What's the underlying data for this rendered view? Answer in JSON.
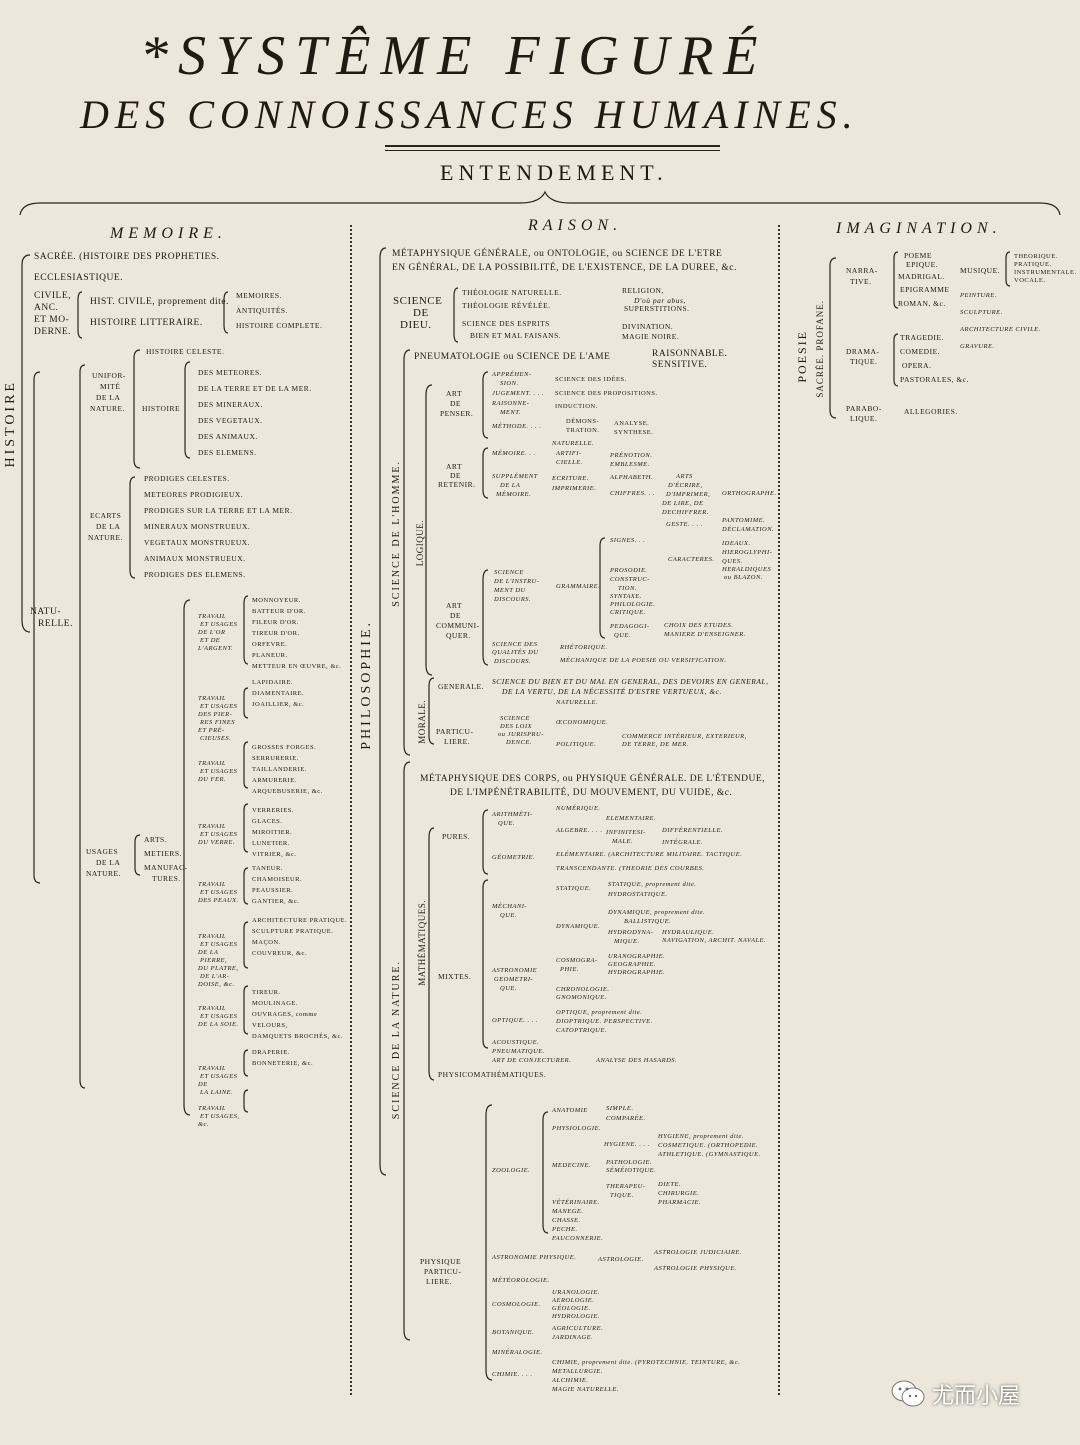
{
  "title": {
    "line1": "*SYSTÊME FIGURÉ",
    "line2": "DES CONNOISSANCES HUMAINES.",
    "root": "ENTENDEMENT."
  },
  "memoire": {
    "header": "MEMOIRE.",
    "histoire": "HISTOIRE",
    "sacree": "SACRÉE. (HISTOIRE DES PROPHETIES.",
    "eccl": "ECCLESIASTIQUE.",
    "civile": [
      "CIVILE,",
      "ANC.",
      "ET MO-",
      "DERNE."
    ],
    "hist_civile": "HIST. CIVILE, proprement dite.",
    "hist_litt": "HISTOIRE LITTERAIRE.",
    "civ_items": [
      "MEMOIRES.",
      "ANTIQUITÉS.",
      "HISTOIRE COMPLETE."
    ],
    "naturelle": [
      "NATU-",
      "RELLE."
    ],
    "uniformite": [
      "UNIFOR-",
      "MITÉ",
      "DE LA",
      "NATURE."
    ],
    "hist_celeste": "HISTOIRE CELESTE.",
    "histoire_word": "HISTOIRE",
    "unif_items": [
      "DES METEORES.",
      "DE LA TERRE ET DE LA MER.",
      "DES MINERAUX.",
      "DES VEGETAUX.",
      "DES ANIMAUX.",
      "DES ELEMENS."
    ],
    "ecarts": [
      "ECARTS",
      "DE LA",
      "NATURE."
    ],
    "ecarts_items": [
      "PRODIGES CELESTES.",
      "METEORES PRODIGIEUX.",
      "PRODIGES SUR LA TERRE ET LA MER.",
      "MINERAUX MONSTRUEUX.",
      "VEGETAUX MONSTRUEUX.",
      "ANIMAUX MONSTRUEUX.",
      "PRODIGES DES ELEMENS."
    ],
    "usages": [
      "USAGES",
      "DE LA",
      "NATURE."
    ],
    "usages_items": [
      "ARTS.",
      "METIERS.",
      "MANUFAC-",
      "TURES."
    ],
    "travail": [
      {
        "label": [
          "TRAVAIL",
          "ET USAGES",
          "DE L'OR",
          "ET DE",
          "L'ARGENT."
        ],
        "items": [
          "MONNOYEUR.",
          "BATTEUR D'OR.",
          "FILEUR D'OR.",
          "TIREUR D'OR.",
          "ORFEVRE.",
          "PLANEUR.",
          "METTEUR EN ŒUVRE, &c."
        ]
      },
      {
        "label": [
          "TRAVAIL",
          "ET USAGES",
          "DES PIER-",
          "RES FINES",
          "ET PRÉ-",
          "CIEUSES."
        ],
        "items": [
          "LAPIDAIRE.",
          "DIAMENTAIRE.",
          "JOAILLIER, &c."
        ]
      },
      {
        "label": [
          "TRAVAIL",
          "ET USAGES",
          "DU FER."
        ],
        "items": [
          "GROSSES FORGES.",
          "SERRURERIE.",
          "TAILLANDERIE.",
          "ARMURERIE.",
          "ARQUEBUSERIE, &c."
        ]
      },
      {
        "label": [
          "TRAVAIL",
          "ET USAGES",
          "DU VERRE."
        ],
        "items": [
          "VERRERIES.",
          "GLACES.",
          "MIROITIER.",
          "LUNETIER.",
          "VITRIER, &c."
        ]
      },
      {
        "label": [
          "TRAVAIL",
          "ET USAGES",
          "DES PEAUX."
        ],
        "items": [
          "TANEUR.",
          "CHAMOISEUR.",
          "PEAUSSIER.",
          "GANTIER, &c."
        ]
      },
      {
        "label": [
          "TRAVAIL",
          "ET USAGES",
          "DE LA",
          "PIERRE,",
          "DU PLATRE,",
          "DE L'AR-",
          "DOISE, &c."
        ],
        "items": [
          "ARCHITECTURE PRATIQUE.",
          "SCULPTURE PRATIQUE.",
          "MAÇON.",
          "COUVREUR, &c."
        ]
      },
      {
        "label": [
          "TRAVAIL",
          "ET USAGES",
          "DE LA SOIE."
        ],
        "items": [
          "TIREUR.",
          "MOULINAGE.",
          "OUVRAGES, comme",
          "VELOURS,",
          "DAMQUETS BROCHÉS, &c."
        ]
      },
      {
        "label": [
          "TRAVAIL",
          "ET USAGES",
          "DE",
          "LA LAINE."
        ],
        "items": [
          "DRAPERIE.",
          "BONNETERIE, &c."
        ]
      },
      {
        "label": [
          "TRAVAIL",
          "ET USAGES,",
          "&c."
        ],
        "items": []
      }
    ]
  },
  "raison": {
    "header": "RAISON.",
    "philosophie": "PHILOSOPHIE.",
    "metaphysique": [
      "MÉTAPHYSIQUE GÉNÉRALE, ou ONTOLOGIE, ou SCIENCE DE L'ETRE",
      "EN GÉNÉRAL, DE LA POSSIBILITÉ, DE L'EXISTENCE, DE LA DUREE, &c."
    ],
    "science_dieu": [
      "SCIENCE",
      "DE",
      "DIEU."
    ],
    "dieu_items": [
      "THÉOLOGIE NATURELLE.",
      "THÉOLOGIE RÉVÉLÉE.",
      "SCIENCE DES ESPRITS",
      "BIEN ET MAL FAISANS."
    ],
    "dieu_sub": [
      "RELIGION,",
      "D'où par abus,",
      "SUPERSTITIONS.",
      "DIVINATION.",
      "MAGIE NOIRE."
    ],
    "science_homme": "SCIENCE DE L'HOMME.",
    "pneumatologie": "PNEUMATOLOGIE ou SCIENCE DE L'AME",
    "ame": [
      "RAISONNABLE.",
      "SENSITIVE."
    ],
    "logique": "LOGIQUE.",
    "art_penser": [
      "ART",
      "DE",
      "PENSER."
    ],
    "penser_items": [
      "APPRÉHEN-",
      "SION.",
      "JUGEMENT. . . .",
      "RAISONNE-",
      "MENT.",
      "MÉTHODE. . . ."
    ],
    "penser_sub": [
      "SCIENCE DES IDÉES.",
      "SCIENCE DES PROPOSITIONS.",
      "INDUCTION.",
      "DÉMONS-",
      "TRATION.",
      "ANALYSE.",
      "SYNTHESE."
    ],
    "art_retenir": [
      "ART",
      "DE",
      "RETENIR."
    ],
    "retenir_items": [
      "MÉMOIRE. . .",
      "NATURELLE.",
      "ARTIFI-",
      "CIELLE.",
      "PRÉNOTION.",
      "EMBLESME.",
      "SUPPLÉMENT",
      "DE LA",
      "MÉMOIRE.",
      "ECRITURE.",
      "IMPRIMERIE.",
      "ALPHABETH.",
      "CHIFFRES. . .",
      "ARTS",
      "D'ÉCRIRE,",
      "D'IMPRIMER,",
      "DE LIRE, DE",
      "DECHIFFRER.",
      "ORTHOGRAPHE."
    ],
    "art_communiquer": [
      "ART",
      "DE",
      "COMMUNI-",
      "QUER."
    ],
    "comm_items": [
      "SCIENCE",
      "DE L'INSTRU-",
      "MENT DU",
      "DISCOURS.",
      "GRAMMAIRE.",
      "SIGNES. . .",
      "GESTE. . . .",
      "PANTOMIME.",
      "DÉCLAMATION.",
      "CARACTERES.",
      "IDEAUX.",
      "HIEROGLYPHI-",
      "QUES.",
      "HERALDIQUES",
      "ou BLAZON.",
      "PROSODIE.",
      "CONSTRUC-",
      "TION.",
      "SYNTAXE.",
      "PHILOLOGIE.",
      "CRITIQUE.",
      "PEDAGOGI-",
      "QUE.",
      "CHOIX DES ETUDES.",
      "MANIERE D'ENSEIGNER.",
      "SCIENCE DES",
      "QUALITÉS DU",
      "DISCOURS.",
      "RHÉTORIQUE.",
      "MÉCHANIQUE DE LA POESIE OU VERSIFICATION."
    ],
    "morale": "MORALE.",
    "generale": "GENERALE.",
    "generale_text": [
      "SCIENCE DU BIEN ET DU MAL EN GENERAL, DES DEVOIRS EN GENERAL,",
      "DE LA VERTU, DE LA NÉCESSITÉ D'ESTRE VERTUEUX, &c."
    ],
    "particuliere": [
      "PARTICU-",
      "LIERE."
    ],
    "part_items": [
      "SCIENCE",
      "DES LOIX",
      "ou JURISPRU-",
      "DENCE.",
      "NATURELLE.",
      "ŒCONOMIQUE.",
      "POLITIQUE.",
      "COMMERCE INTÉRIEUR, EXTERIEUR,",
      "DE TERRE, DE MER."
    ],
    "science_nature": "SCIENCE DE LA NATURE.",
    "meta_corps": [
      "MÉTAPHYSIQUE DES CORPS, ou PHYSIQUE GÉNÉRALE. DE L'ÉTENDUE,",
      "DE L'IMPÉNÉTRABILITÉ, DU MOUVEMENT, DU VUIDE, &c."
    ],
    "mathematiques": "MATHÉMATIQUES.",
    "pures": "PURES.",
    "pures_items": [
      "ARITHMÉTI-",
      "QUE.",
      "NUMÉRIQUE.",
      "ALGEBRE. . . .",
      "ELEMENTAIRE.",
      "INFINITESI-",
      "MALE.",
      "DIFFÉRENTIELLE.",
      "INTÉGRALE.",
      "GÉOMETRIE.",
      "ELÉMENTAIRE. (ARCHITECTURE MILITAIRE. TACTIQUE.",
      "TRANSCENDANTE. (THEORIE DES COURBES."
    ],
    "mixtes": "MIXTES.",
    "mixtes_items": [
      "MÉCHANI-",
      "QUE.",
      "STATIQUE.",
      "STATIQUE, proprement dite.",
      "HYDROSTATIQUE.",
      "DYNAMIQUE.",
      "DYNAMIQUE, proprement dite.",
      "BALLISTIQUE.",
      "HYDRODYNA-",
      "MIQUE.",
      "HYDRAULIQUE.",
      "NAVIGATION, ARCHIT. NAVALE.",
      "ASTRONOMIE",
      "GEOMETRI-",
      "QUE.",
      "COSMOGRA-",
      "PHIE.",
      "URANOGRAPHIE.",
      "GEOGRAPHIE.",
      "HYDROGRAPHIE.",
      "CHRONOLOGIE.",
      "GNOMONIQUE.",
      "OPTIQUE. . . .",
      "OPTIQUE, proprement dite.",
      "DIOPTRIQUE. PERSPECTIVE.",
      "CATOPTRIQUE.",
      "ACOUSTIQUE.",
      "PNEUMATIQUE.",
      "ART DE CONJECTURER.",
      "ANALYSE DES HASARDS."
    ],
    "physicomath": "PHYSICOMATHÉMATIQUES.",
    "physique_part": [
      "PHYSIQUE",
      "PARTICU-",
      "LIERE."
    ],
    "phys_items": [
      "ZOOLOGIE.",
      "ANATOMIE",
      "SIMPLE.",
      "COMPARÉE.",
      "PHYSIOLOGIE.",
      "MEDECINE.",
      "HYGIENE. . . .",
      "HYGIENE, proprement dite.",
      "COSMETIQUE. (ORTHOPEDIE.",
      "ATHLETIQUE. (GYMNASTIQUE.",
      "PATHOLOGIE.",
      "SÉMÉIOTIQUE.",
      "THERAPEU-",
      "TIQUE.",
      "DIETE.",
      "CHIRURGIE.",
      "PHARMACIE.",
      "VÉTÉRINAIRE.",
      "MANEGE.",
      "CHASSE.",
      "PECHE.",
      "FAUCONNERIE.",
      "ASTRONOMIE PHYSIQUE.",
      "ASTROLOGIE.",
      "ASTROLOGIE JUDICIAIRE.",
      "ASTROLOGIE PHYSIQUE.",
      "MÉTÉOROLOGIE.",
      "COSMOLOGIE.",
      "URANOLOGIE.",
      "AEROLOGIE.",
      "GÉOLOGIE.",
      "HYDROLOGIE.",
      "BOTANIQUE.",
      "AGRICULTURE.",
      "JARDINAGE.",
      "MINÉRALOGIE.",
      "CHIMIE. . . .",
      "CHIMIE, proprement dite. (PYROTECHNIE. TEINTURE, &c.",
      "METALLURGIE.",
      "ALCHIMIE.",
      "MAGIE NATURELLE."
    ]
  },
  "imagination": {
    "header": "IMAGINATION.",
    "poesie": "POESIE",
    "sacree_profane": "SACRÉE. PROFANE.",
    "narrative": [
      "NARRA-",
      "TIVE."
    ],
    "narr_items": [
      "POEME",
      "EPIQUE.",
      "MADRIGAL.",
      "EPIGRAMME",
      "ROMAN, &c."
    ],
    "musique": "MUSIQUE.",
    "mus_items": [
      "THEORIQUE.",
      "PRATIQUE.",
      "INSTRUMENTALE.",
      "VOCALE."
    ],
    "arts": [
      "PEINTURE.",
      "SCULPTURE.",
      "ARCHITECTURE CIVILE.",
      "GRAVURE."
    ],
    "dramatique": [
      "DRAMA-",
      "TIQUE."
    ],
    "dram_items": [
      "TRAGEDIE.",
      "COMEDIE.",
      "OPERA.",
      "PASTORALES, &c."
    ],
    "parabolique": [
      "PARABO-",
      "LIQUE."
    ],
    "allegories": "ALLEGORIES."
  },
  "watermark": "尤而小屋",
  "colors": {
    "paper": "#ece7da",
    "ink": "#1e1a14"
  }
}
